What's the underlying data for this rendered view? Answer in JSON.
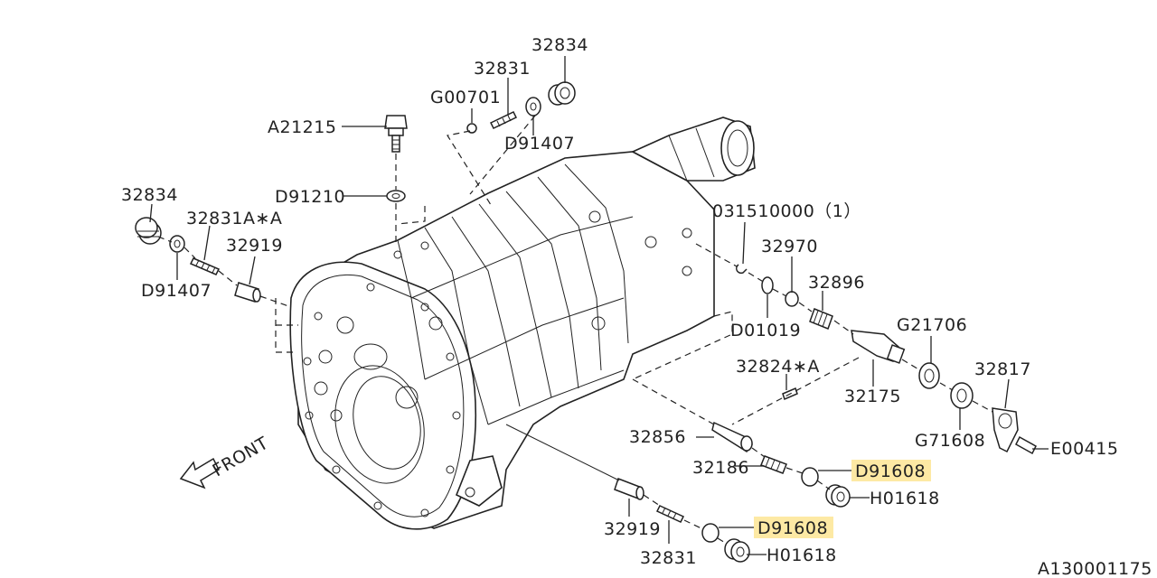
{
  "diagram": {
    "labels": {
      "p32834_top": "32834",
      "p32831_top": "32831",
      "pG00701": "G00701",
      "pA21215": "A21215",
      "pD91407_top": "D91407",
      "pD91210": "D91210",
      "p32834_left": "32834",
      "p32831A": "32831A∗A",
      "p32919_left": "32919",
      "pD91407_left": "D91407",
      "p031510000": "031510000（1）",
      "p32970": "32970",
      "p32896": "32896",
      "pD01019": "D01019",
      "pG21706": "G21706",
      "p32824A": "32824∗A",
      "p32817": "32817",
      "p32175": "32175",
      "pG71608": "G71608",
      "pE00415": "E00415",
      "p32856": "32856",
      "p32186": "32186",
      "pD91608_a": "D91608",
      "pH01618_a": "H01618",
      "p32919_bottom": "32919",
      "pD91608_b": "D91608",
      "pH01618_b": "H01618",
      "p32831_bottom": "32831",
      "front": "FRONT",
      "drawing_id": "A130001175"
    },
    "highlight_color": "#fde9a4"
  }
}
